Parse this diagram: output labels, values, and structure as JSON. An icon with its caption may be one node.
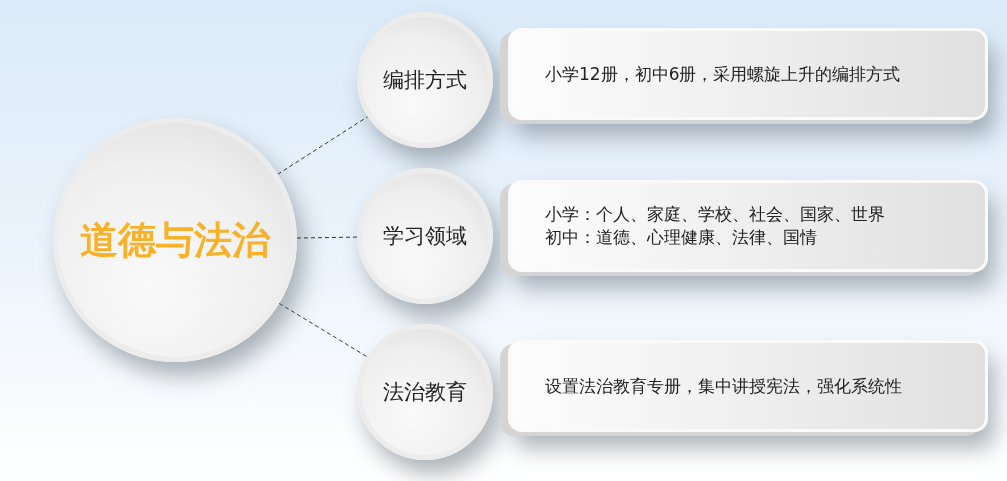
{
  "diagram": {
    "nodes": [
      {
        "text": [
          "道德与法治"
        ]
      },
      {
        "text": [
          "编排方式"
        ]
      },
      {
        "text": [
          "学习领域"
        ]
      },
      {
        "text": [
          "法治教育"
        ]
      },
      {
        "text": [
          "小学12册，初中6册，采用螺旋上升的编排方式"
        ]
      },
      {
        "text": [
          "小学：个人、家庭、学校、社会、国家、世界",
          "初中：道德、心理健康、法律、国情"
        ]
      },
      {
        "text": [
          "设置法治教育专册，集中讲授宪法，强化系统性"
        ]
      }
    ],
    "edges": [
      {
        "from": 0,
        "to": 1,
        "arrow": "none",
        "style": "dashed"
      },
      {
        "from": 0,
        "to": 2,
        "arrow": "none",
        "style": "dashed"
      },
      {
        "from": 0,
        "to": 3,
        "arrow": "none",
        "style": "dashed"
      }
    ]
  }
}
